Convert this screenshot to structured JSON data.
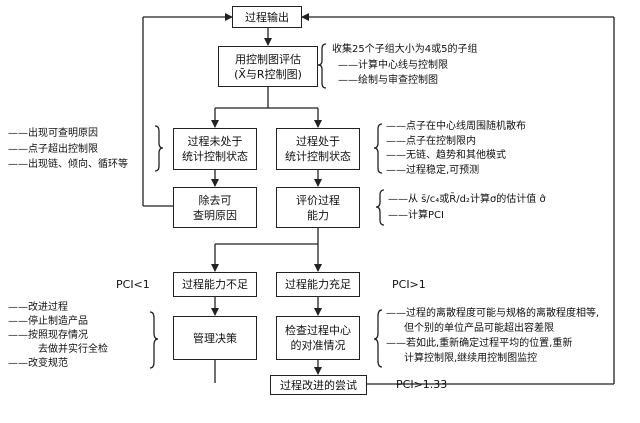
{
  "boxes": {
    "output": [
      "过程输出"
    ],
    "evaluate": [
      "用控制图评估",
      "(X̄与R控制图)"
    ],
    "not_in_control": [
      "过程未处于",
      "统计控制状态"
    ],
    "in_control": [
      "过程处于",
      "统计控制状态"
    ],
    "remove_causes": [
      "除去可",
      "查明原因"
    ],
    "evaluate_capability": [
      "评价过程",
      "能力"
    ],
    "insufficient": [
      "过程能力不足"
    ],
    "sufficient": [
      "过程能力充足"
    ],
    "management": [
      "管理决策"
    ],
    "check_center": [
      "检查过程中心",
      "的对准情况"
    ],
    "improvement": [
      "过程改进的尝试"
    ]
  },
  "notes": {
    "evaluate": [
      "收集25个子组大小为4或5的子组",
      "——计算中心线与控制限",
      "——绘制与审查控制图"
    ],
    "not_in_control": [
      "——出现可查明原因",
      "——点子超出控制限",
      "——出现链、倾向、循环等"
    ],
    "in_control": [
      "——点子在中心线周围随机散布",
      "——点子在控制限内",
      "——无链、趋势和其他模式",
      "——过程稳定,可预测"
    ],
    "capability": [
      "——从 s̄/c₄或R̄/d₂计算σ的估计值 σ̂",
      "——计算PCI"
    ],
    "management": [
      "——改进过程",
      "——停止制造产品",
      "——按照现存情况",
      "去做并实行全检",
      "——改变规范"
    ],
    "check_center": [
      "——过程的离散程度可能与规格的离散程度相等,",
      "但个别的单位产品可能超出容差限",
      "——若如此,重新确定过程平均的位置,重新",
      "计算控制限,继续用控制图监控"
    ]
  },
  "pci": {
    "lt1": "PCI<1",
    "gt1": "PCI>1",
    "gt133": "PCI>1.33"
  }
}
